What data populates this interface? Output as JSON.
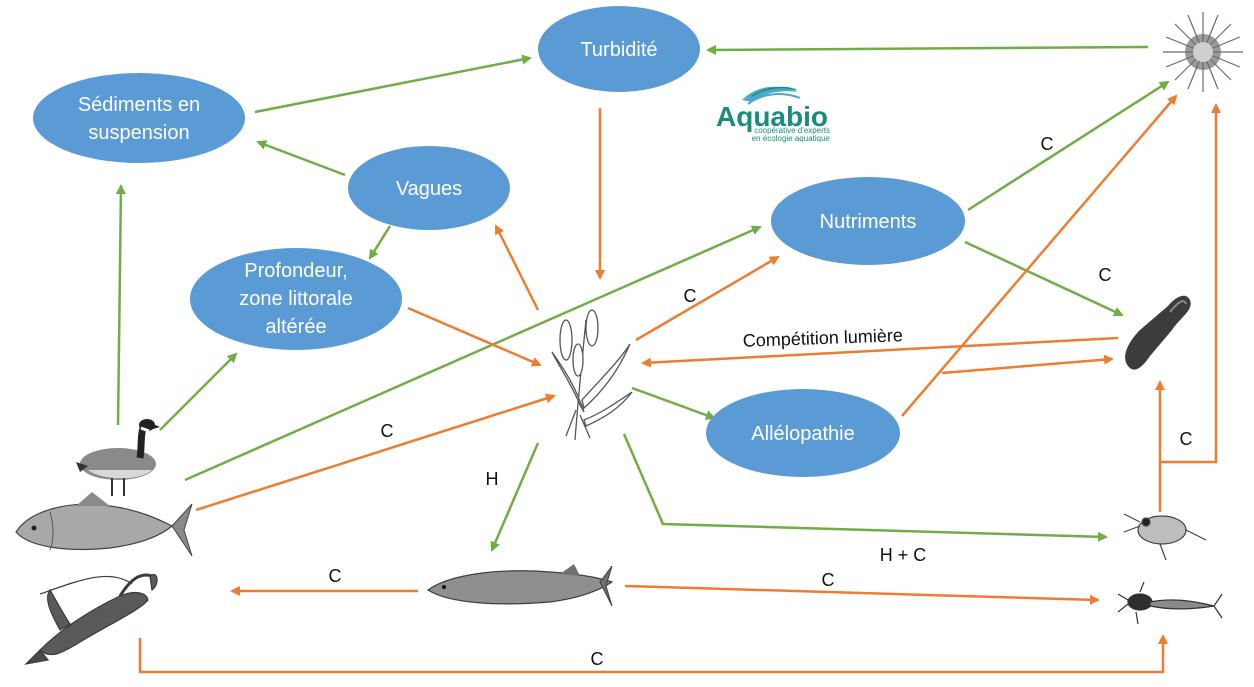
{
  "colors": {
    "node_fill": "#5B9BD5",
    "node_text": "#ffffff",
    "green_arrow": "#70AD47",
    "orange_arrow": "#ED7D31",
    "logo_teal": "#1A8C7E",
    "logo_blue": "#4AA8C8"
  },
  "nodes": {
    "turbidite": "Turbidité",
    "sediments": [
      "Sédiments en",
      "suspension"
    ],
    "vagues": "Vagues",
    "profondeur": [
      "Profondeur,",
      "zone littorale",
      "altérée"
    ],
    "nutriments": "Nutriments",
    "allelopathie": "Allélopathie"
  },
  "labels": {
    "c_nutr_phyto": "C",
    "c_nutr_cyano": "C",
    "c_plant_nutr": "C",
    "competition": "Compétition lumière",
    "c_fish_plant": "C",
    "h_plant_pike": "H",
    "hc_plant_zoo": "H + C",
    "c_zoo_up": "C",
    "c_pike_left": "C",
    "c_pike_right": "C",
    "c_bottom": "C"
  },
  "logo": {
    "name": "Aquabio",
    "tagline_1": "coopérative d'experts",
    "tagline_2": "en écologie aquatique"
  },
  "icons": [
    "phytoplankton-icon",
    "cyanobacteria-icon",
    "aquatic-plant-icon",
    "goose-icon",
    "fish-icon",
    "crayfish-icon",
    "pike-icon",
    "daphnia-icon",
    "insect-larva-icon"
  ]
}
